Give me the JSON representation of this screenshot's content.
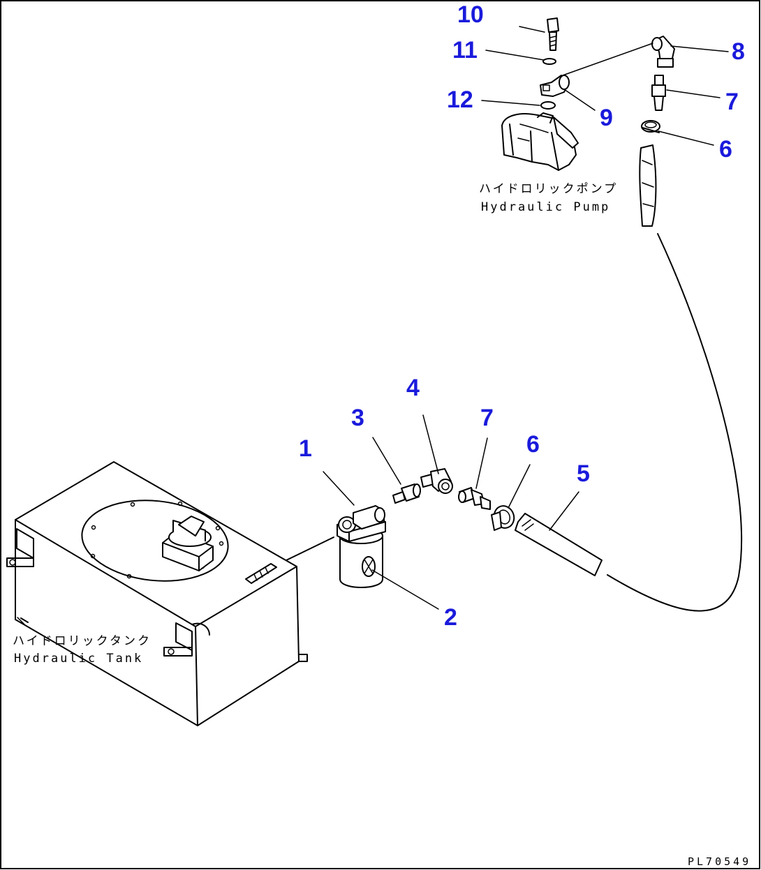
{
  "callouts": {
    "c1": "1",
    "c2": "2",
    "c3": "3",
    "c4": "4",
    "c5": "5",
    "c6a": "6",
    "c6b": "6",
    "c7a": "7",
    "c7b": "7",
    "c8": "8",
    "c9": "9",
    "c10": "10",
    "c11": "11",
    "c12": "12"
  },
  "labels": {
    "pump_jp": "ハイドロリックポンプ",
    "pump_en": "Hydraulic Pump",
    "tank_jp": "ハイドロリックタンク",
    "tank_en": "Hydraulic Tank"
  },
  "drawing_code": "PL70549",
  "colors": {
    "callout": "#1a1adc",
    "line": "#000000",
    "background": "#ffffff"
  }
}
